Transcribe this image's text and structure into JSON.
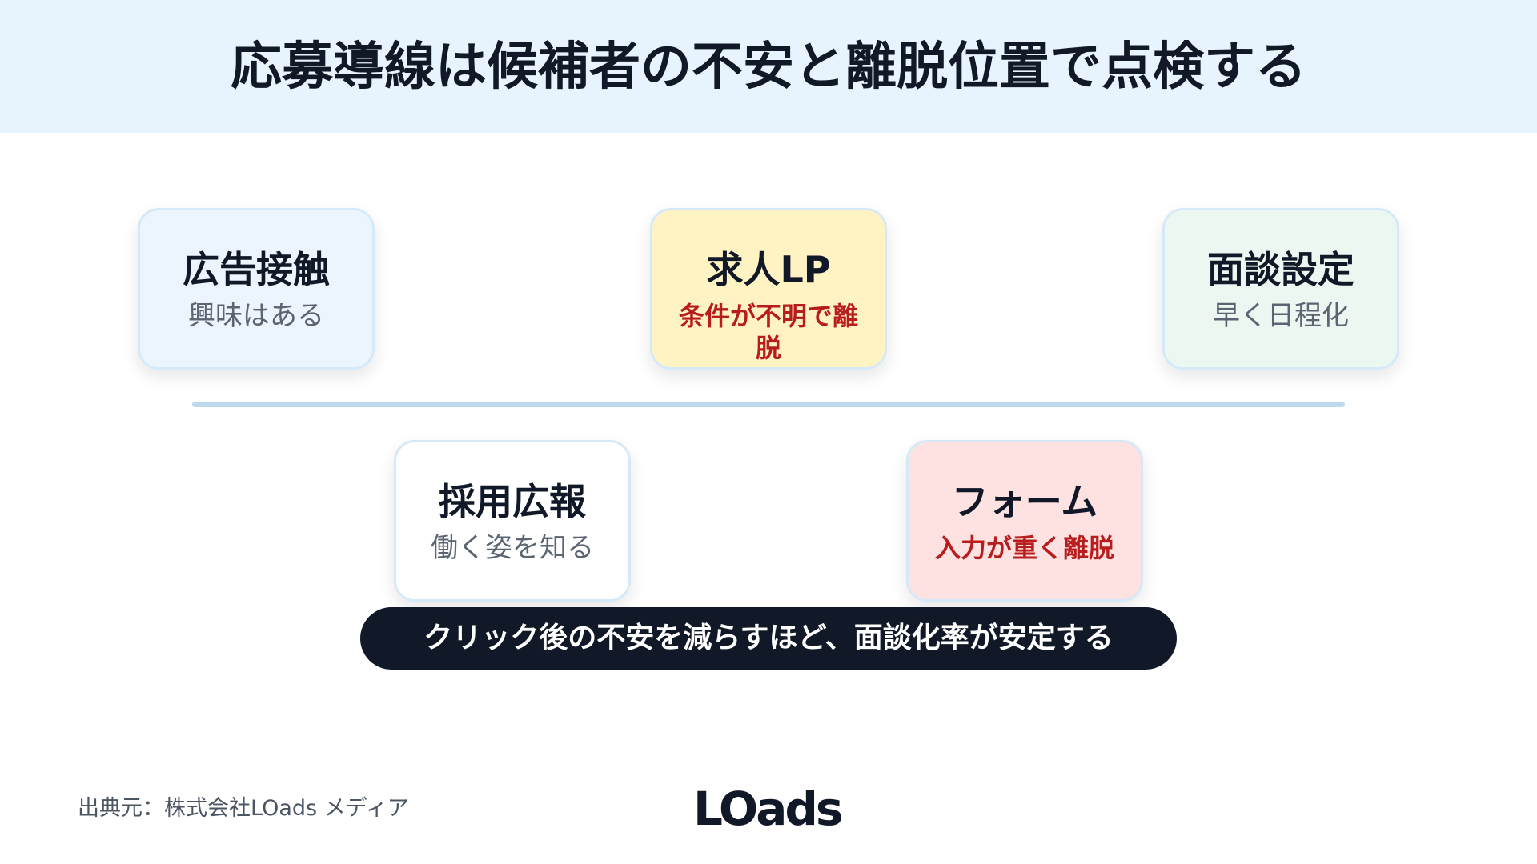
{
  "header": {
    "title": "応募導線は候補者の不安と離脱位置で点検する"
  },
  "flow": {
    "stages": [
      {
        "title": "広告接触",
        "description": "興味はある",
        "background": "#eaf5fd"
      },
      {
        "title": "採用広報",
        "description": "働く姿を知る",
        "background": "#ffffff"
      },
      {
        "title": "求人LP",
        "description": "条件が不明で離脱",
        "background": "#fff3c4"
      },
      {
        "title": "フォーム",
        "description": "入力が重く離脱",
        "background": "#fee2e2"
      },
      {
        "title": "面談設定",
        "description": "早く日程化",
        "background": "#eaf8f1"
      }
    ]
  },
  "summary": {
    "text": "クリック後の不安を減らすほど、面談化率が安定する"
  },
  "footer": {
    "source": "出典元：株式会社LOads メディア",
    "logo": "LOads"
  },
  "colors": {
    "header_background": "#e8f4fd",
    "card_border": "#d6e9f8",
    "timeline": "#bdd9ee",
    "summary_background": "#111827",
    "alert_text": "#b91c1c"
  }
}
